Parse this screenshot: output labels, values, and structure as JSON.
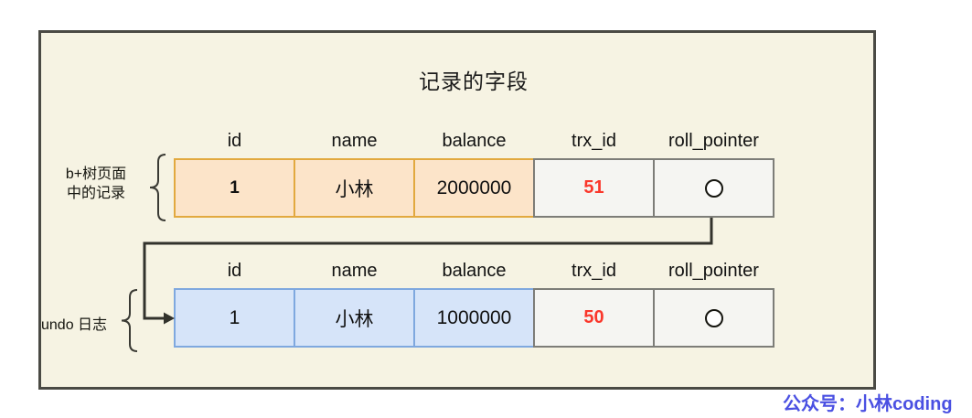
{
  "title": "记录的字段",
  "watermark": "公众号：小林coding",
  "labels": {
    "btree_line1": "b+树页面",
    "btree_line2": "中的记录",
    "undo": "undo 日志"
  },
  "table": {
    "columns": [
      "id",
      "name",
      "balance",
      "trx_id",
      "roll_pointer"
    ],
    "rows": [
      {
        "label": "b+树页面中的记录",
        "cells": [
          "1",
          "小林",
          "2000000",
          "51"
        ],
        "roll_pointer_icon": "circle-icon"
      },
      {
        "label": "undo 日志",
        "cells": [
          "1",
          "小林",
          "1000000",
          "50"
        ],
        "roll_pointer_icon": "circle-icon"
      }
    ]
  },
  "arrow": {
    "description": "roll_pointer of b+tree record points to undo log record",
    "from": "row1.roll_pointer",
    "to": "row2"
  },
  "colors": {
    "canvas_bg": "#f6f3e3",
    "row1_fill": "#fce4c9",
    "row1_border": "#e2a93f",
    "row2_fill": "#d6e4f9",
    "row2_border": "#7fa8df",
    "pointer_fill": "#f5f5f2",
    "pointer_border": "#7d7d78",
    "trx_text": "#fa372b",
    "line": "#32322c",
    "watermark": "#4a50e2"
  }
}
